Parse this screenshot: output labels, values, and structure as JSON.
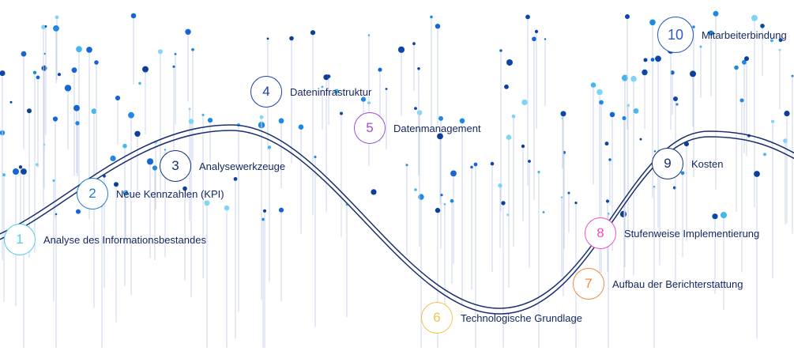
{
  "steps": [
    {
      "number": "1",
      "label": "Analyse des Informationsbestandes",
      "color": "#53cbee"
    },
    {
      "number": "2",
      "label": "Neue Kennzahlen (KPI)",
      "color": "#1c7cd5"
    },
    {
      "number": "3",
      "label": "Analysewerkzeuge",
      "color": "#16316e"
    },
    {
      "number": "4",
      "label": "Dateninfrastruktur",
      "color": "#1e3ea8"
    },
    {
      "number": "5",
      "label": "Datenmanagement",
      "color": "#9a4fd3"
    },
    {
      "number": "6",
      "label": "Technologische Grundlage",
      "color": "#f0c24f"
    },
    {
      "number": "7",
      "label": "Aufbau der Berichterstattung",
      "color": "#f0883f"
    },
    {
      "number": "8",
      "label": "Stufenweise Implementierung",
      "color": "#f24ec2"
    },
    {
      "number": "9",
      "label": "Kosten",
      "color": "#16316e"
    },
    {
      "number": "10",
      "label": "Mitarbeiterbindung",
      "color": "#2c5cc5"
    }
  ],
  "style": {
    "label_color": "#13265e",
    "wave_color": "#1b2f6e",
    "stem_color": "#ccd6e8",
    "dot_palette": [
      "#1565d8",
      "#0b46a8",
      "#45b7ee",
      "#7fd4f7",
      "#1e88e5",
      "#0d3e9c"
    ]
  }
}
